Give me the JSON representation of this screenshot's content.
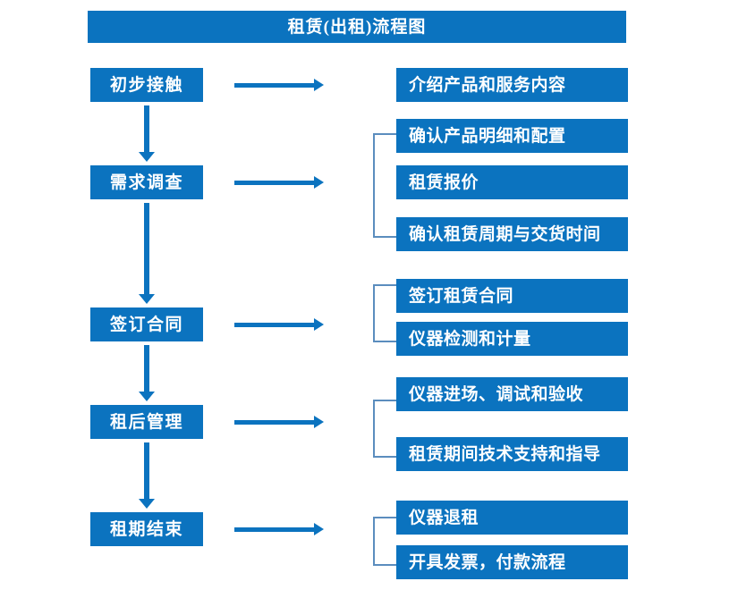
{
  "chart_data": {
    "type": "diagram",
    "title": "租赁(出租)流程图",
    "diagram_kind": "flowchart",
    "orientation": "vertical-with-side-branches",
    "accent_color": "#0B73BF",
    "bracket_color": "#5B8DBE",
    "background": "#ffffff",
    "stages": [
      {
        "label": "初步接触",
        "details": [
          "介绍产品和服务内容"
        ],
        "bracketed": false
      },
      {
        "label": "需求调查",
        "details": [
          "确认产品明细和配置",
          "租赁报价",
          "确认租赁周期与交货时间"
        ],
        "bracketed": true
      },
      {
        "label": "签订合同",
        "details": [
          "签订租赁合同",
          "仪器检测和计量"
        ],
        "bracketed": true
      },
      {
        "label": "租后管理",
        "details": [
          "仪器进场、调试和验收",
          "租赁期间技术支持和指导"
        ],
        "bracketed": true
      },
      {
        "label": "租期结束",
        "details": [
          "仪器退租",
          "开具发票，付款流程"
        ],
        "bracketed": true
      }
    ]
  },
  "header": {
    "title": "租赁(出租)流程图"
  },
  "stage_boxes": [
    {
      "label": "初步接触"
    },
    {
      "label": "需求调查"
    },
    {
      "label": "签订合同"
    },
    {
      "label": "租后管理"
    },
    {
      "label": "租期结束"
    }
  ],
  "detail_boxes": [
    {
      "label": "介绍产品和服务内容"
    },
    {
      "label": "确认产品明细和配置"
    },
    {
      "label": "租赁报价"
    },
    {
      "label": "确认租赁周期与交货时间"
    },
    {
      "label": "签订租赁合同"
    },
    {
      "label": "仪器检测和计量"
    },
    {
      "label": "仪器进场、调试和验收"
    },
    {
      "label": "租赁期间技术支持和指导"
    },
    {
      "label": "仪器退租"
    },
    {
      "label": "开具发票，付款流程"
    }
  ]
}
